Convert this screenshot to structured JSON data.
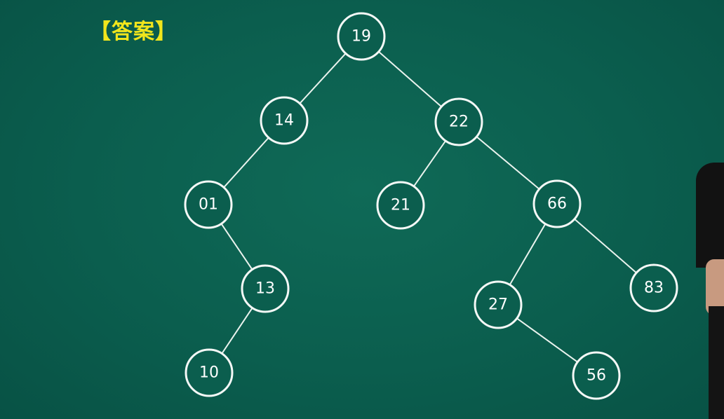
{
  "header": {
    "label": "【答案】"
  },
  "colors": {
    "board": "#0b5e4e",
    "chalk": "#f4f8f6",
    "label": "#f1e51c"
  },
  "tree": {
    "nodes": [
      {
        "id": "n19",
        "label": "19"
      },
      {
        "id": "n14",
        "label": "14"
      },
      {
        "id": "n22",
        "label": "22"
      },
      {
        "id": "n01",
        "label": "01"
      },
      {
        "id": "n21",
        "label": "21"
      },
      {
        "id": "n66",
        "label": "66"
      },
      {
        "id": "n13",
        "label": "13"
      },
      {
        "id": "n27",
        "label": "27"
      },
      {
        "id": "n83",
        "label": "83"
      },
      {
        "id": "n10",
        "label": "10"
      },
      {
        "id": "n56",
        "label": "56"
      }
    ],
    "edges": [
      [
        "n19",
        "n14"
      ],
      [
        "n19",
        "n22"
      ],
      [
        "n14",
        "n01"
      ],
      [
        "n22",
        "n21"
      ],
      [
        "n22",
        "n66"
      ],
      [
        "n01",
        "n13"
      ],
      [
        "n13",
        "n10"
      ],
      [
        "n66",
        "n27"
      ],
      [
        "n66",
        "n83"
      ],
      [
        "n27",
        "n56"
      ]
    ]
  }
}
